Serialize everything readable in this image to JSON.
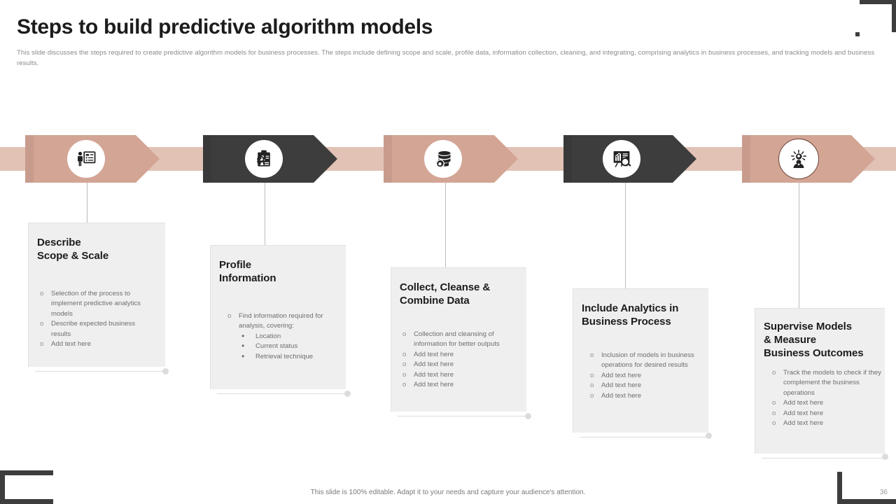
{
  "slide": {
    "title": "Steps to build predictive algorithm models",
    "subtitle": "This slide discusses the steps required to create predictive algorithm models for business processes. The steps include defining scope and scale, profile data, information collection, cleaning, and integrating, comprising analytics in business processes, and tracking models and business results.",
    "footer_note": "This slide is 100% editable. Adapt it to your needs and capture your audience's attention.",
    "page_number": "36"
  },
  "colors": {
    "chevron_light": "#d3a595",
    "chevron_dark": "#3d3d3d",
    "band": "#e3c2b6",
    "card_bg": "#efeff0",
    "title_text": "#1c1c1c",
    "body_text": "#6e6e6e",
    "corner_accent": "#3d3d3d"
  },
  "steps": [
    {
      "index": 1,
      "icon": "presenter-checklist-icon",
      "chevron_style": "light",
      "title": "Describe\nScope & Scale",
      "title_lines": [
        "Describe",
        "Scope & Scale"
      ],
      "bullets": [
        {
          "marker": "o",
          "text": "Selection of the process to implement predictive analytics models"
        },
        {
          "marker": "o",
          "text": "Describe expected business results"
        },
        {
          "marker": "o",
          "text": "Add text here"
        }
      ]
    },
    {
      "index": 2,
      "icon": "clipboard-profile-search-icon",
      "chevron_style": "dark",
      "title": "Profile\nInformation",
      "title_lines": [
        "Profile",
        "Information"
      ],
      "bullets": [
        {
          "marker": "o",
          "text": "Find information required for analysis, covering:",
          "sub": [
            {
              "marker": "•",
              "text": "Location"
            },
            {
              "marker": "•",
              "text": "Current status"
            },
            {
              "marker": "•",
              "text": "Retrieval technique"
            }
          ]
        }
      ]
    },
    {
      "index": 3,
      "icon": "database-gear-icon",
      "chevron_style": "light",
      "title": "Collect, Cleanse & Combine Data",
      "title_lines": [
        "Collect, Cleanse &",
        "Combine Data"
      ],
      "bullets": [
        {
          "marker": "o",
          "text": "Collection and cleansing of information for better outputs"
        },
        {
          "marker": "o",
          "text": "Add text here"
        },
        {
          "marker": "o",
          "text": "Add text here"
        },
        {
          "marker": "o",
          "text": "Add text here"
        },
        {
          "marker": "o",
          "text": "Add text here"
        }
      ]
    },
    {
      "index": 4,
      "icon": "chart-board-search-icon",
      "chevron_style": "dark",
      "title": "Include Analytics in Business Process",
      "title_lines": [
        "Include Analytics in",
        "Business Process"
      ],
      "bullets": [
        {
          "marker": "o",
          "text": "Inclusion of models in business operations for desired results"
        },
        {
          "marker": "o",
          "text": "Add text here"
        },
        {
          "marker": "o",
          "text": "Add text here"
        },
        {
          "marker": "o",
          "text": "Add text here"
        }
      ]
    },
    {
      "index": 5,
      "icon": "person-gear-idea-icon",
      "chevron_style": "light",
      "title": "Supervise Models & Measure Business Outcomes",
      "title_lines": [
        "Supervise Models",
        "& Measure",
        "Business Outcomes"
      ],
      "bullets": [
        {
          "marker": "o",
          "text": "Track the models to check if they complement the business operations"
        },
        {
          "marker": "o",
          "text": "Add text here"
        },
        {
          "marker": "o",
          "text": "Add text here"
        },
        {
          "marker": "o",
          "text": "Add text here"
        }
      ]
    }
  ]
}
